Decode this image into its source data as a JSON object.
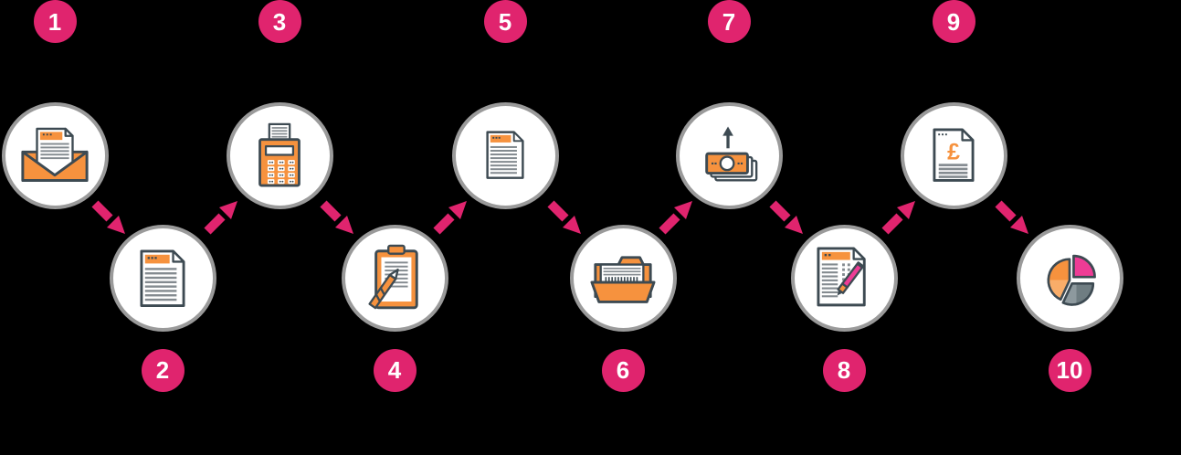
{
  "diagram": {
    "name": "10-step process flow",
    "background": "#000000",
    "colors": {
      "badge_pink": "#e0246e",
      "arrow_pink": "#e0246e",
      "badge_text": "#ffffff",
      "circle_fill": "#ffffff",
      "circle_border": "#9a9a9a",
      "icon_orange": "#f6923e",
      "icon_orange_light": "#f9ad69",
      "icon_outline": "#3d4a52",
      "icon_pink": "#ee3c95",
      "icon_gray": "#6f7d82",
      "icon_gray_light": "#8d999e",
      "doc_line_gray": "#848b90"
    },
    "steps": [
      {
        "number": "1",
        "icon": "envelope-letter-icon",
        "row": "top"
      },
      {
        "number": "2",
        "icon": "document-icon",
        "row": "bottom"
      },
      {
        "number": "3",
        "icon": "calculator-icon",
        "row": "top"
      },
      {
        "number": "4",
        "icon": "clipboard-pencil-icon",
        "row": "bottom"
      },
      {
        "number": "5",
        "icon": "document-icon",
        "row": "top"
      },
      {
        "number": "6",
        "icon": "open-folder-icon",
        "row": "bottom"
      },
      {
        "number": "7",
        "icon": "money-payment-icon",
        "row": "top"
      },
      {
        "number": "8",
        "icon": "document-pen-icon",
        "row": "bottom"
      },
      {
        "number": "9",
        "icon": "invoice-pound-icon",
        "row": "top",
        "symbol": "£"
      },
      {
        "number": "10",
        "icon": "pie-chart-icon",
        "row": "bottom"
      }
    ],
    "arrows": [
      {
        "from": "1",
        "to": "2",
        "direction": "down-right"
      },
      {
        "from": "2",
        "to": "3",
        "direction": "up-right"
      },
      {
        "from": "3",
        "to": "4",
        "direction": "down-right"
      },
      {
        "from": "4",
        "to": "5",
        "direction": "up-right"
      },
      {
        "from": "5",
        "to": "6",
        "direction": "down-right"
      },
      {
        "from": "6",
        "to": "7",
        "direction": "up-right"
      },
      {
        "from": "7",
        "to": "8",
        "direction": "down-right"
      },
      {
        "from": "8",
        "to": "9",
        "direction": "up-right"
      },
      {
        "from": "9",
        "to": "10",
        "direction": "down-right"
      }
    ]
  }
}
